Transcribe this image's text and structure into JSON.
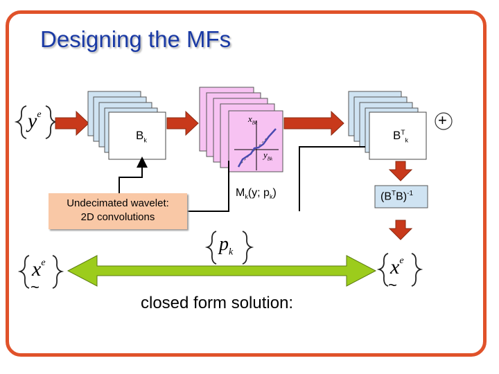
{
  "slide": {
    "title": "Designing the MFs"
  },
  "blocks": {
    "b_label_main": "B",
    "b_label_sub": "k",
    "bt_label_main": "B",
    "bt_label_sup": "T",
    "bt_label_sub": "k",
    "m_label_main": "M",
    "m_label_sub1": "k",
    "m_label_mid": "(y; p",
    "m_label_sub2": "k",
    "m_label_end": ")",
    "inv_label_main": "(B",
    "inv_label_sup1": "T",
    "inv_label_mid": "B)",
    "inv_label_sup2": "-1",
    "wavelet_line1": "Undecimated wavelet:",
    "wavelet_line2": "2D convolutions",
    "plus_sign": "+"
  },
  "math": {
    "input_set": "y",
    "input_sup": "e",
    "output_set_left": "x",
    "output_sup_left": "e",
    "param_set": "p",
    "param_sub": "k",
    "output_set_right": "x",
    "output_sup_right": "e",
    "plot_x_label": "x",
    "plot_x_sub": "Bk",
    "plot_y_label": "y",
    "plot_y_sub": "Bk"
  },
  "footer": {
    "solution_text": "closed form solution:"
  },
  "colors": {
    "frame": "#e0522a",
    "title": "#1a3aa5",
    "b_block": "#cfe3f2",
    "m_block": "#f7c2f2",
    "wavelet_block": "#f9c8a6",
    "arrow_red": "#c8391b",
    "arrow_green": "#9ccc1c"
  }
}
